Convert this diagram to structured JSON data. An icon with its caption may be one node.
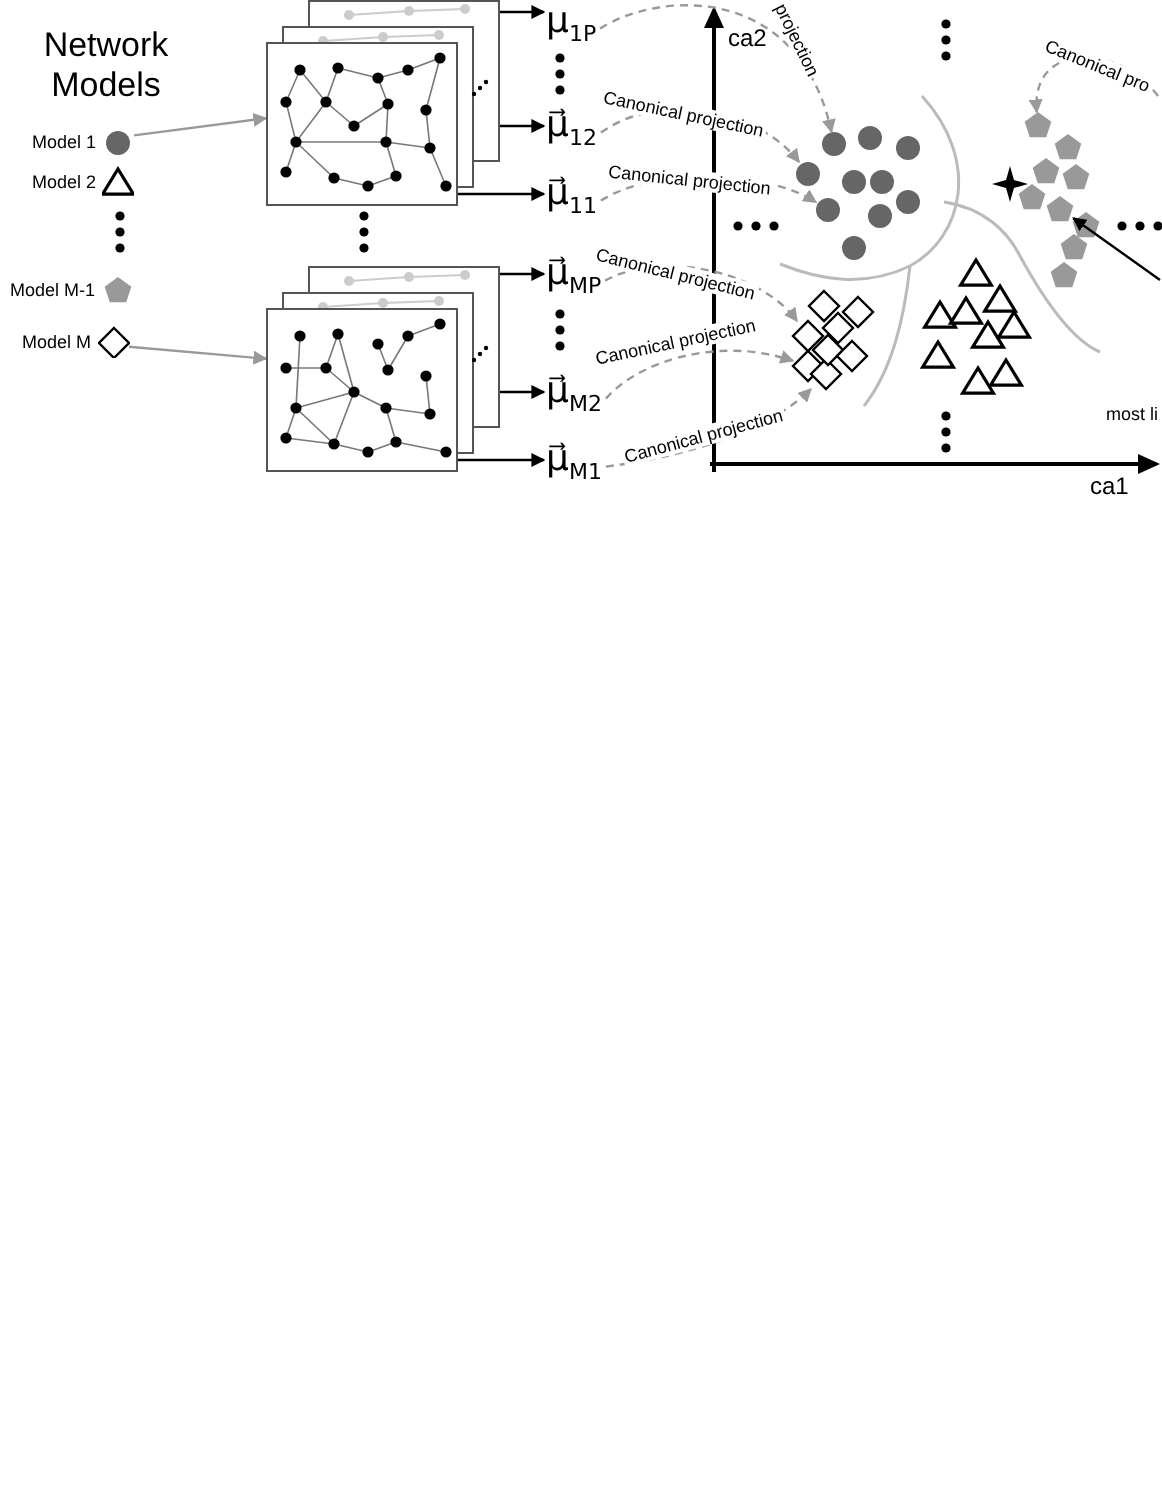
{
  "diagram": {
    "title": "Network Models",
    "nodes": [
      {
        "text": [
          "Model 1"
        ]
      },
      {
        "text": [
          "Model 2"
        ]
      },
      {
        "text": [
          "Model M-1"
        ]
      },
      {
        "text": [
          "Model M"
        ]
      },
      {
        "text": [],
        "shape": "picture"
      },
      {
        "text": [],
        "shape": "picture"
      },
      {
        "text": [
          "μ$_{1P}$"
        ]
      },
      {
        "text": [
          "μ⃗$_{12}$"
        ]
      },
      {
        "text": [
          "μ⃗$_{11}$"
        ]
      },
      {
        "text": [
          "μ⃗$_{MP}$"
        ]
      },
      {
        "text": [
          "μ⃗$_{M2}$"
        ]
      },
      {
        "text": [
          "μ⃗$_{M1}$"
        ]
      },
      {
        "text": [],
        "shape": "circle"
      },
      {
        "text": [],
        "shape": "circle"
      },
      {
        "text": [],
        "shape": "circle"
      },
      {
        "text": [],
        "shape": "pentagon"
      },
      {
        "text": [],
        "shape": "pentagon"
      },
      {
        "text": [],
        "shape": "diamond"
      },
      {
        "text": [],
        "shape": "diamond"
      },
      {
        "text": [],
        "shape": "diamond"
      },
      {
        "text": [],
        "shape": "pentagon"
      },
      {
        "text": [],
        "shape": "pentagon"
      },
      {
        "text": [],
        "shape": "pentagon"
      },
      {
        "text": [],
        "shape": "pentagon"
      },
      {
        "text": [],
        "shape": "pentagon"
      },
      {
        "text": [],
        "shape": "pentagon"
      },
      {
        "text": [],
        "shape": "pentagon"
      },
      {
        "text": [],
        "shape": "circle"
      },
      {
        "text": [],
        "shape": "circle"
      },
      {
        "text": [],
        "shape": "circle"
      },
      {
        "text": [],
        "shape": "circle"
      },
      {
        "text": [],
        "shape": "circle"
      },
      {
        "text": [],
        "shape": "circle"
      },
      {
        "text": [],
        "shape": "circle"
      },
      {
        "text": [],
        "shape": "diamond"
      },
      {
        "text": [],
        "shape": "diamond"
      },
      {
        "text": [],
        "shape": "diamond"
      },
      {
        "text": [],
        "shape": "diamond"
      },
      {
        "text": [],
        "shape": "diamond"
      },
      {
        "text": [],
        "shape": "triangle"
      },
      {
        "text": [],
        "shape": "triangle"
      },
      {
        "text": [],
        "shape": "triangle"
      },
      {
        "text": [],
        "shape": "triangle"
      },
      {
        "text": [],
        "shape": "triangle"
      },
      {
        "text": [],
        "shape": "triangle"
      },
      {
        "text": [],
        "shape": "triangle"
      },
      {
        "text": [],
        "shape": "triangle"
      },
      {
        "text": [],
        "shape": "triangle"
      }
    ],
    "edges": [
      {
        "from": 0,
        "to": 4,
        "arrow": "to"
      },
      {
        "from": 3,
        "to": 5,
        "arrow": "to"
      },
      {
        "from": 4,
        "to": 6,
        "arrow": "to",
        "color": "#000000"
      },
      {
        "from": 4,
        "to": 7,
        "arrow": "to",
        "color": "#000000"
      },
      {
        "from": 4,
        "to": 8,
        "arrow": "to",
        "color": "#000000"
      },
      {
        "from": 5,
        "to": 9,
        "arrow": "to",
        "color": "#000000"
      },
      {
        "from": 5,
        "to": 10,
        "arrow": "to",
        "color": "#000000"
      },
      {
        "from": 5,
        "to": 11,
        "arrow": "to",
        "color": "#000000"
      },
      {
        "from": 6,
        "to": 12,
        "arrow": "to",
        "label": "projection",
        "style": "dashed"
      },
      {
        "from": 7,
        "to": 13,
        "arrow": "to",
        "label": "Canonical projection",
        "style": "dashed"
      },
      {
        "from": 8,
        "to": 14,
        "arrow": "to",
        "label": "Canonical projection",
        "style": "dashed"
      },
      {
        "from": 9,
        "to": 17,
        "arrow": "to",
        "label": "Canonical projection",
        "style": "dashed"
      },
      {
        "from": 10,
        "to": 18,
        "arrow": "to",
        "label": "Canonical projection",
        "style": "dashed"
      },
      {
        "from": 11,
        "to": 19,
        "arrow": "to",
        "label": "Canonical projection",
        "style": "dashed"
      },
      {
        "from": null,
        "to": 15,
        "arrow": "to",
        "label": "Canonical pro",
        "style": "dashed"
      },
      {
        "from": null,
        "to": 16,
        "arrow": "to",
        "color": "#000000"
      }
    ],
    "labels": [
      "ca2",
      "ca1",
      "most li"
    ]
  }
}
